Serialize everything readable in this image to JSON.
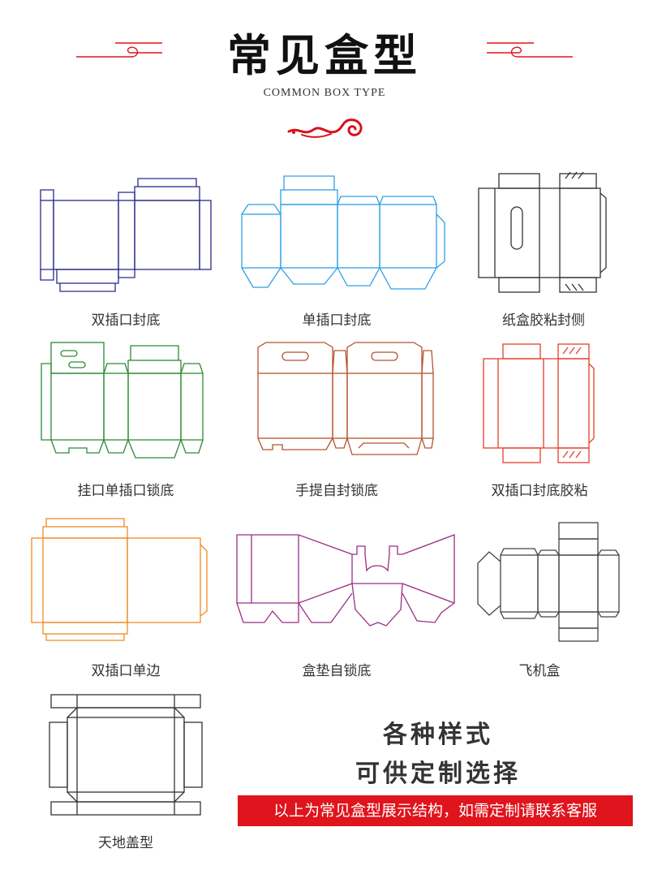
{
  "header": {
    "title": "常见盒型",
    "subtitle": "COMMON BOX TYPE"
  },
  "colors": {
    "accent_red": "#e0141c",
    "navy": "#2b2a8c",
    "sky_blue": "#2f9fe6",
    "gray": "#333333",
    "green": "#2e8a34",
    "brown": "#b5532d",
    "red_orange": "#e3402a",
    "orange": "#f08a24",
    "purple": "#9b2f86",
    "dark_gray": "#444444"
  },
  "boxes": [
    {
      "label": "双插口封底",
      "color": "#2b2a8c",
      "icon": "double-tuck-box-icon"
    },
    {
      "label": "单插口封底",
      "color": "#2f9fe6",
      "icon": "single-tuck-box-icon"
    },
    {
      "label": "纸盒胶粘封侧",
      "color": "#333333",
      "icon": "glued-side-box-icon"
    },
    {
      "label": "挂口单插口锁底",
      "color": "#2e8a34",
      "icon": "hanger-lock-bottom-box-icon"
    },
    {
      "label": "手提自封锁底",
      "color": "#b5532d",
      "icon": "handle-lock-bottom-box-icon"
    },
    {
      "label": "双插口封底胶粘",
      "color": "#e3402a",
      "icon": "double-tuck-glued-box-icon"
    },
    {
      "label": "双插口单边",
      "color": "#f08a24",
      "icon": "double-tuck-single-side-box-icon"
    },
    {
      "label": "盒垫自锁底",
      "color": "#9b2f86",
      "icon": "pad-lock-bottom-box-icon"
    },
    {
      "label": "飞机盒",
      "color": "#444444",
      "icon": "mailer-box-icon"
    },
    {
      "label": "天地盖型",
      "color": "#333333",
      "icon": "lid-base-box-icon"
    }
  ],
  "promo": {
    "line1": "各种样式",
    "line2": "可供定制选择",
    "notice": "以上为常见盒型展示结构，如需定制请联系客服"
  }
}
